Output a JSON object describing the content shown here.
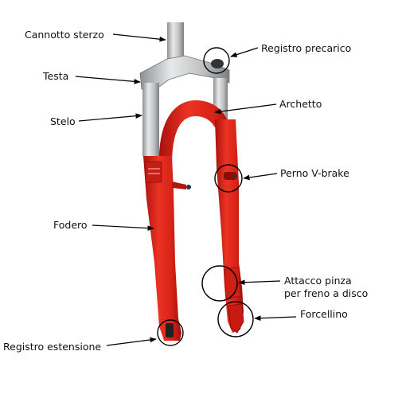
{
  "labels": {
    "cannotto_sterzo": "Cannotto sterzo",
    "registro_precarico": "Registro precarico",
    "testa": "Testa",
    "archetto": "Archetto",
    "stelo": "Stelo",
    "perno_vbrake": "Perno V-brake",
    "fodero": "Fodero",
    "attacco_pinza_line1": "Attacco pinza",
    "attacco_pinza_line2": "per freno a disco",
    "forcellino": "Forcellino",
    "registro_estensione": "Registro estensione"
  },
  "colors": {
    "fork_red": "#e0261c",
    "fork_red_dark": "#b5140e",
    "fork_red_light": "#f26a55",
    "stanchion_silver": "#c9cbcc",
    "crown_silver": "#b6b9bb",
    "steerer_grey": "#9a9d9f",
    "leader_line": "#000000"
  }
}
